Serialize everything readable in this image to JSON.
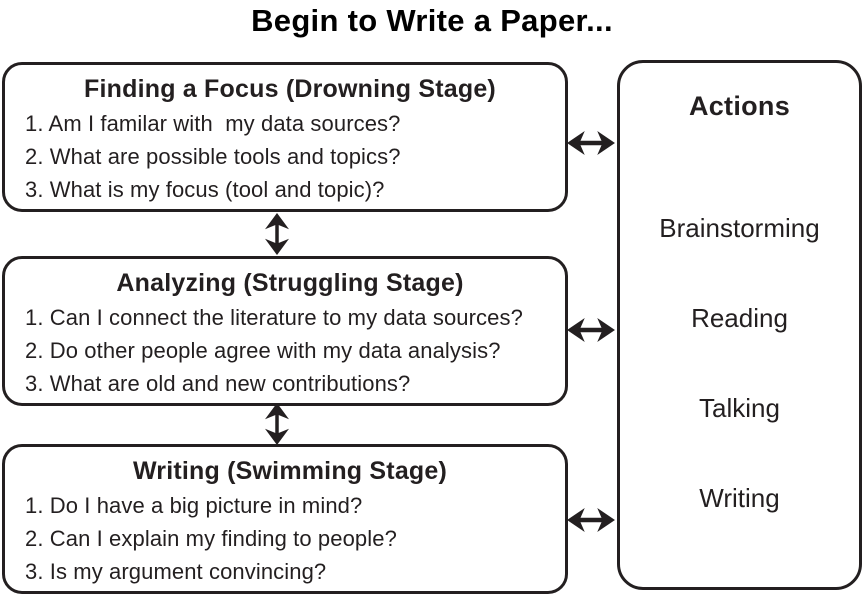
{
  "title": "Begin to Write a Paper...",
  "stages": [
    {
      "heading": "Finding a Focus (Drowning Stage)",
      "items": [
        "1. Am I familar with  my data sources?",
        "2. What are possible tools and topics?",
        "3. What is my focus (tool and topic)?"
      ]
    },
    {
      "heading": "Analyzing (Struggling Stage)",
      "items": [
        "1. Can I connect the literature to my data sources?",
        "2. Do other people agree with my data analysis?",
        "3. What are old and new contributions?"
      ]
    },
    {
      "heading": "Writing (Swimming Stage)",
      "items": [
        "1. Do I have a big picture in mind?",
        "2. Can I explain my finding to people?",
        "3. Is my argument convincing?"
      ]
    }
  ],
  "actions_panel": {
    "heading": "Actions",
    "items": [
      "Brainstorming",
      "Reading",
      "Talking",
      "Writing"
    ]
  },
  "icons": {
    "stage_to_actions_link": "horizontal-double-headed-arrow",
    "stage_to_stage_link": "vertical-double-headed-arrow"
  },
  "colors": {
    "ink": "#231f20",
    "background": "#ffffff"
  }
}
